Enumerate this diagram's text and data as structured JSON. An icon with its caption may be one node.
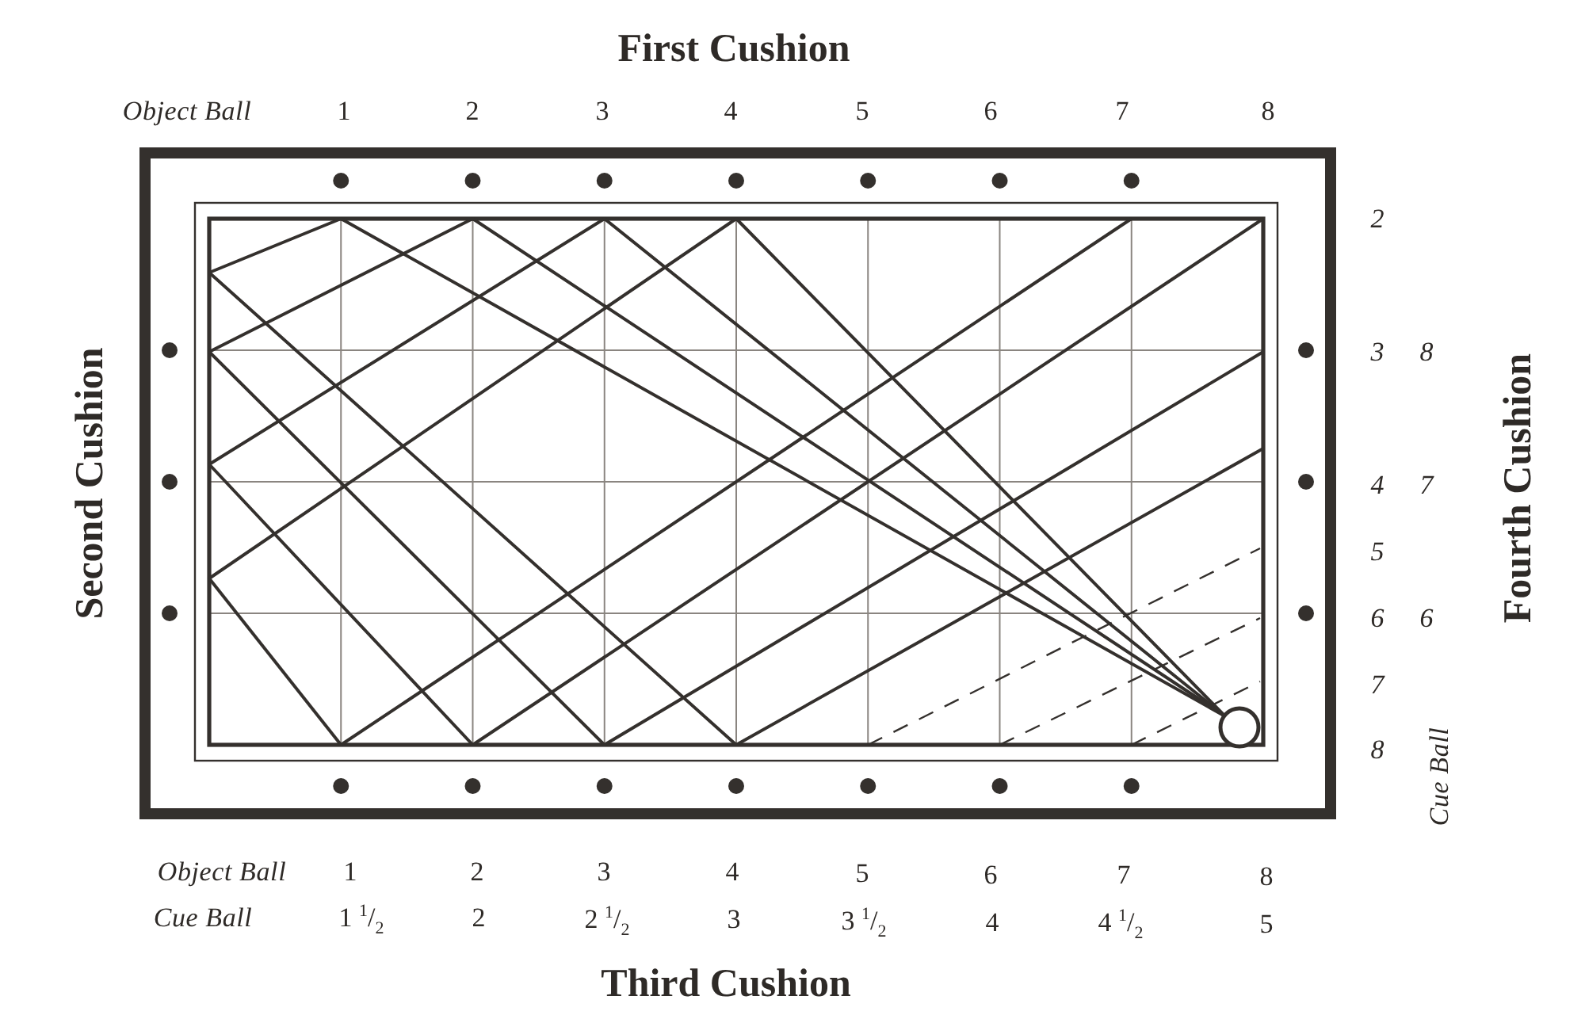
{
  "diagram": {
    "labels": [
      "First Cushion",
      "Object Ball",
      "1",
      "2",
      "3",
      "4",
      "5",
      "6",
      "7",
      "8",
      "Second Cushion",
      "2",
      "3",
      "8",
      "4",
      "7",
      "5",
      "6",
      "6",
      "7",
      "8",
      "Cue Ball",
      "Fourth Cushion",
      "Object Ball",
      "1",
      "2",
      "3",
      "4",
      "5",
      "6",
      "7",
      "8",
      "Cue Ball",
      "1 $^{1}$/$_{2}$",
      "2",
      "2 $^{1}$/$_{2}$",
      "3",
      "3 $^{1}$/$_{2}$",
      "4",
      "4 $^{1}$/$_{2}$",
      "5",
      "Third Cushion"
    ]
  }
}
